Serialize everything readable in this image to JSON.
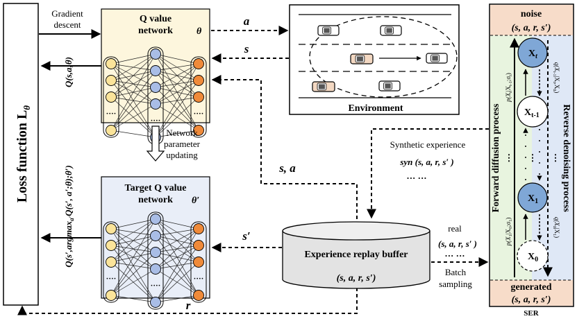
{
  "loss": {
    "title": "Loss function L",
    "subscript": "θ"
  },
  "gradient_label": [
    "Gradient",
    "descent"
  ],
  "q_network": {
    "title_line1": "Q value",
    "title_line2": "network",
    "theta": "θ",
    "output": "Q(s,a;θ)",
    "dots": "····"
  },
  "target_network": {
    "title_line1": "Target Q value",
    "title_line2": "network",
    "theta": "θ′",
    "output": "Q(s′,argmax",
    "output_sub": "a′",
    "output_tail": "Q(s′, a′;θ);θ′)"
  },
  "update_label": [
    "Network",
    "parameter",
    "updating"
  ],
  "env": {
    "label": "Environment",
    "action": "a",
    "state": "s"
  },
  "buffer": {
    "title": "Experience replay buffer",
    "tuple": "(s, a, r, s′)",
    "sa_label": "s, a",
    "sprime_label": "s′",
    "reward_label": "r"
  },
  "synthetic": {
    "line1": "Synthetic experience",
    "line2": "syn (s, a, r, s′ )",
    "line3": "··· ···"
  },
  "sampling": {
    "real": "real",
    "tuple": "(s, a, r, s′ )",
    "dots": "··· ···",
    "batch1": "Batch",
    "batch2": "sampling"
  },
  "ser": {
    "noise": "noise",
    "noise_tuple": "(s, a, r, s′)",
    "generated": "generated",
    "generated_tuple": "(s, a, r, s′)",
    "name": "SER",
    "forward": "Forward diffusion process",
    "reverse": "Reverse denoising process",
    "x_t": "X",
    "x_t_sub": "t",
    "x_t1": "X",
    "x_t1_sub": "t-1",
    "x_1": "X",
    "x_1_sub": "1",
    "x_0": "X",
    "x_0_sub": "0",
    "p_top": "p(X",
    "p_top_rest": "t",
    "p_top_cond": "|X",
    "p_top_cond_sub": "t-1",
    "p_top_sigma": ";σ",
    "p_top_sigma_sub": "t",
    "p_top_close": ")",
    "p_bot": "p(X",
    "p_bot_rest": "1",
    "p_bot_cond": "|X",
    "p_bot_cond_sub": "0",
    "p_bot_sigma": ";σ",
    "p_bot_sigma_sub": "1",
    "p_bot_close": ")",
    "q_top": "q(X",
    "q_top_rest": "t-1",
    "q_top_cond": "|X",
    "q_top_cond_sub": "t",
    "q_top_cond2": ",X",
    "q_top_cond2_sub": "0",
    "q_top_close": ")",
    "q_bot": "q(X",
    "q_bot_rest": "0",
    "q_bot_cond": "|X",
    "q_bot_cond_sub": "1",
    "q_bot_close": ")",
    "vdots": "⋮"
  },
  "colors": {
    "q_box": "#fdf6dd",
    "target_box": "#e9eef8",
    "ser_top": "#f7dcc9",
    "ser_left": "#e8f4df",
    "ser_right": "#dfe8f6",
    "node_yellow": "#fbe49a",
    "node_blue": "#a9bde6",
    "node_orange": "#ef8a3a",
    "node_x": "#7fa7d6"
  }
}
